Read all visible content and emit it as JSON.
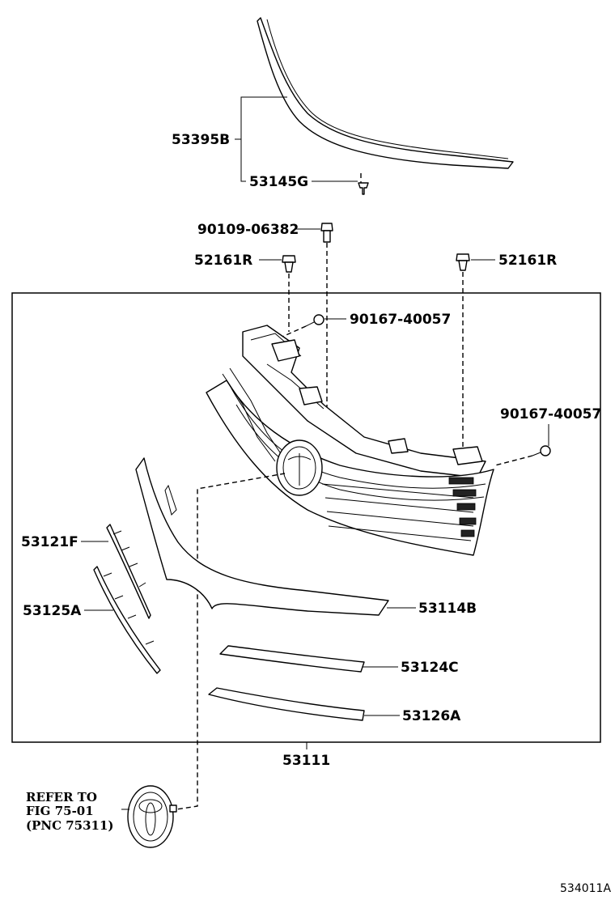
{
  "labels": {
    "p53395b": "53395B",
    "p53145g": "53145G",
    "p90109": "90109-06382",
    "p52161r_left": "52161R",
    "p52161r_right": "52161R",
    "p90167_top": "90167-40057",
    "p90167_right": "90167-40057",
    "p53121f": "53121F",
    "p53125a": "53125A",
    "p53114b": "53114B",
    "p53124c": "53124C",
    "p53126a": "53126A",
    "p53111": "53111"
  },
  "refer": {
    "line1": "REFER TO",
    "line2": "FIG 75-01",
    "line3": "(PNC 75311)"
  },
  "figure_id": "534011A"
}
